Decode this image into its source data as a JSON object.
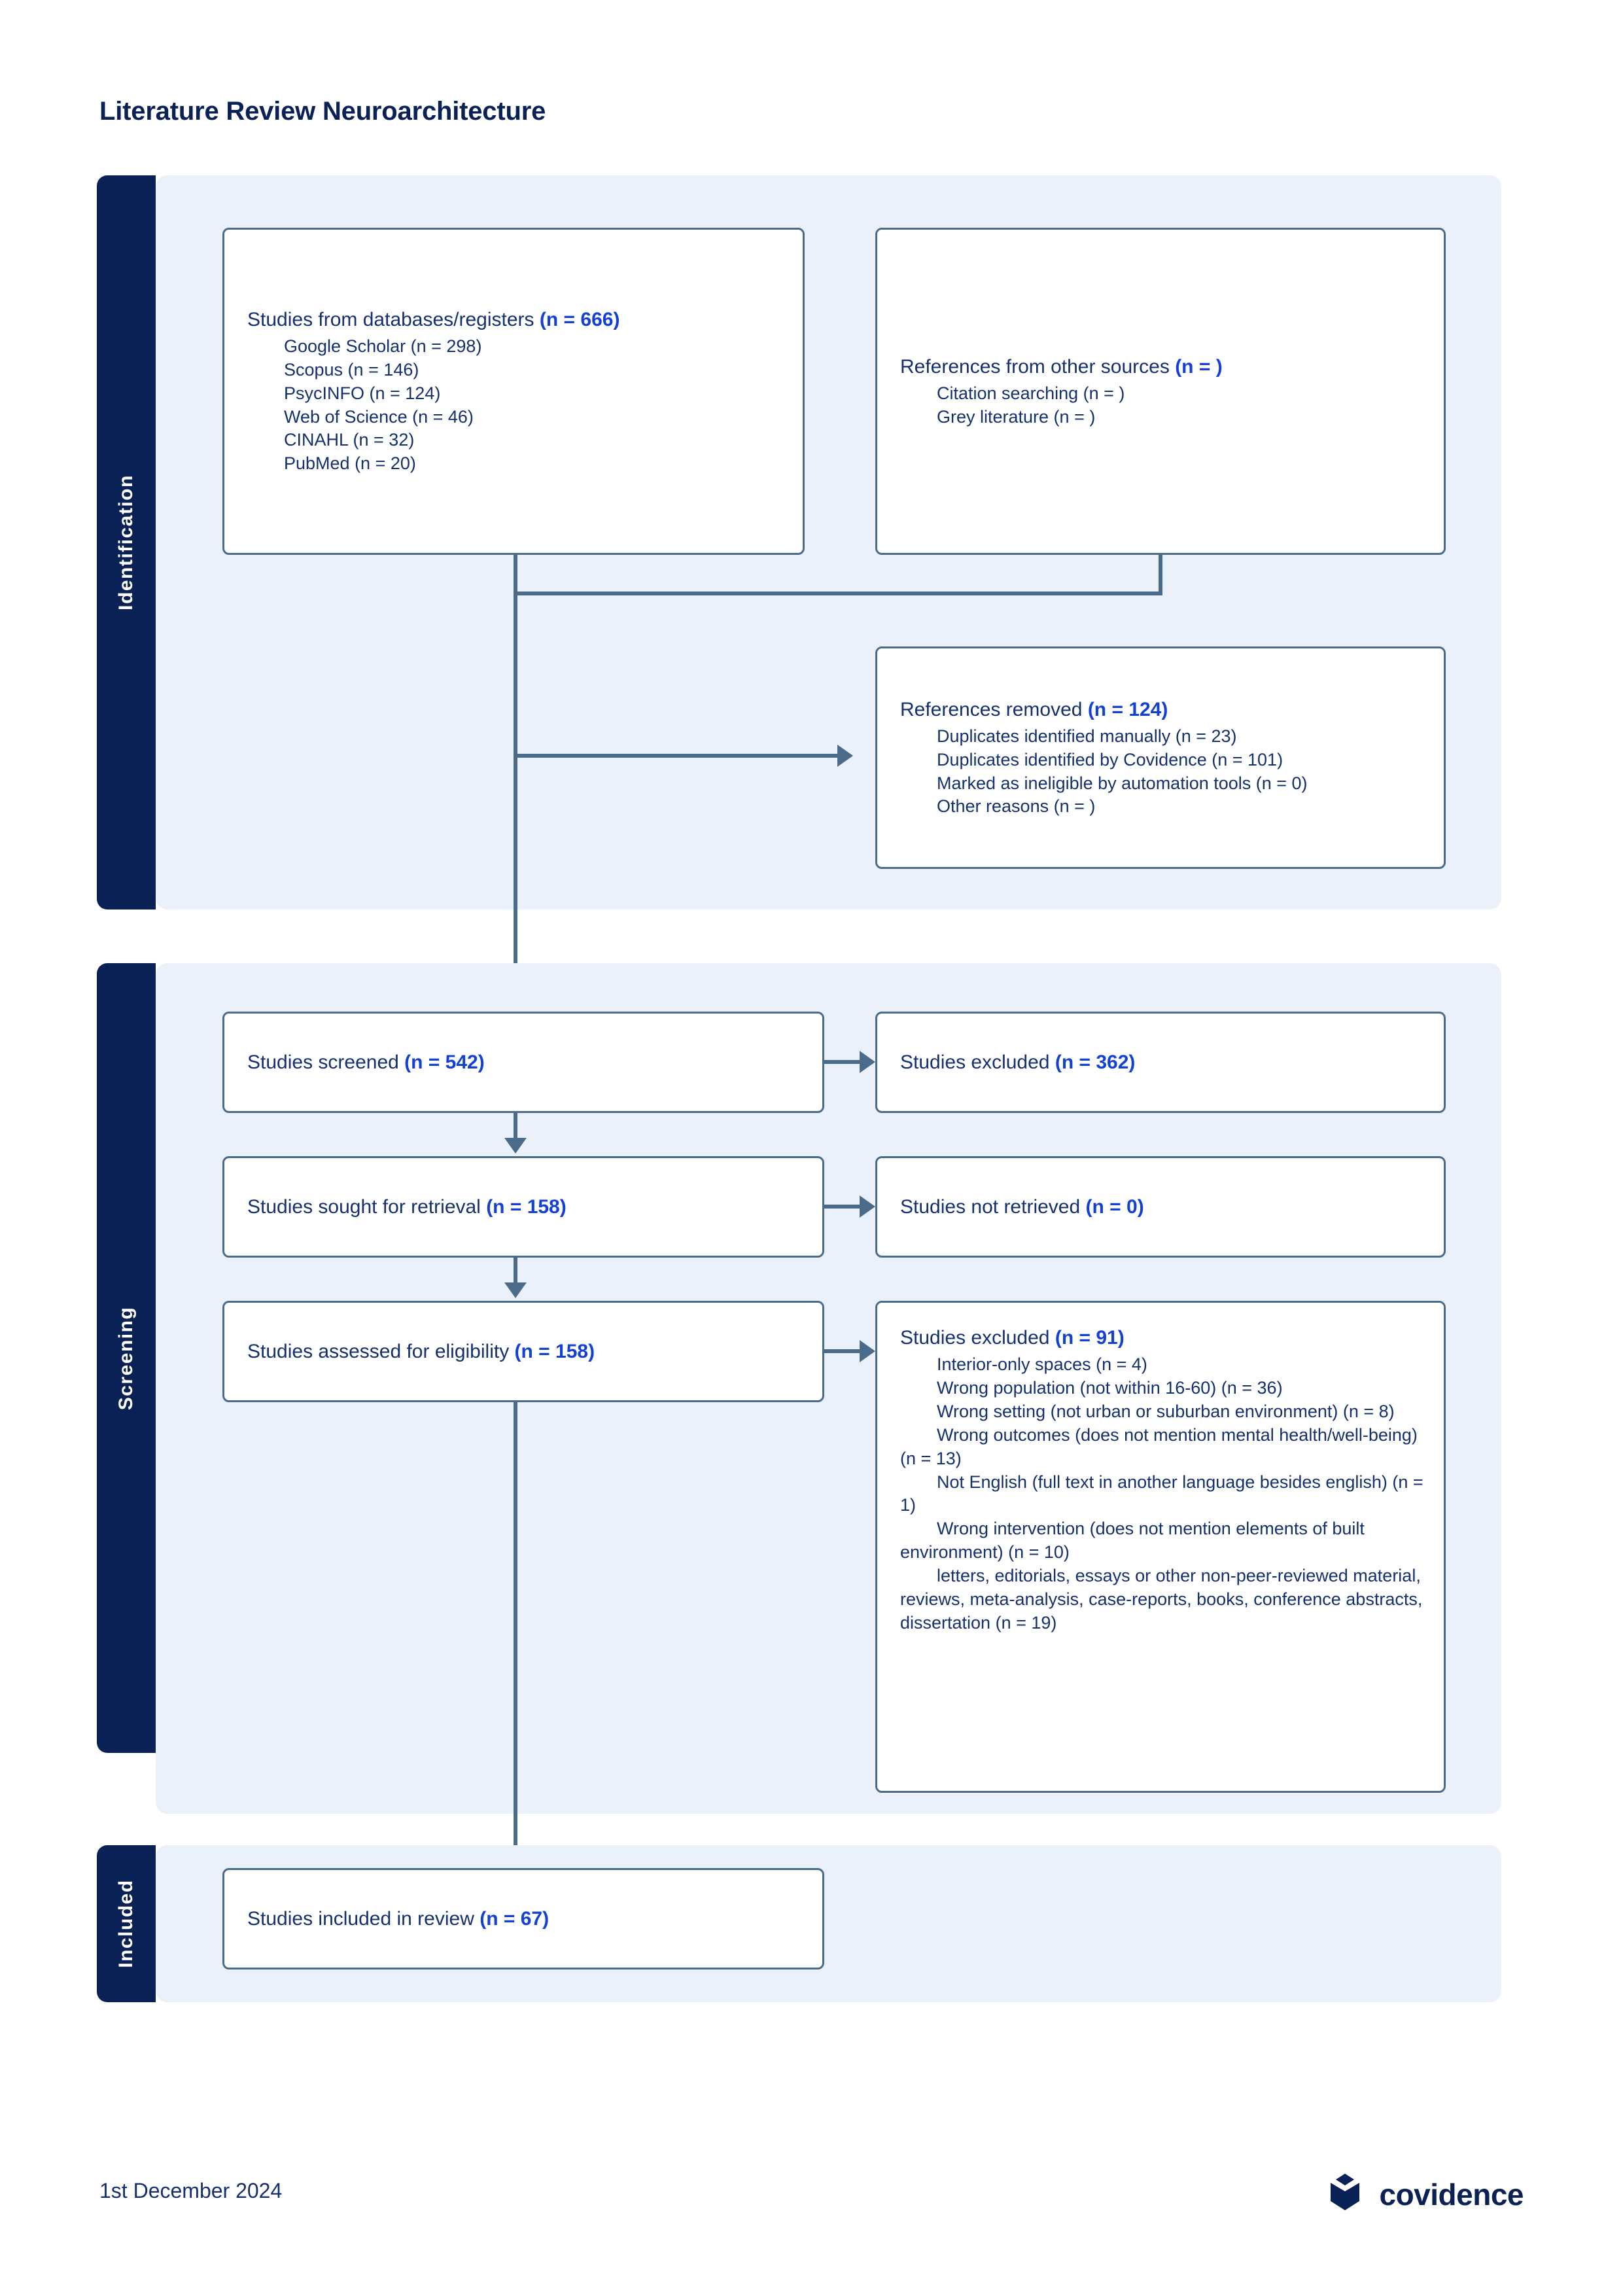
{
  "title": "Literature Review Neuroarchitecture",
  "colors": {
    "navy_bar": "#0a2156",
    "band_fill": "#eaf1fa",
    "box_border": "#4a6b8a",
    "text_navy": "#15306e",
    "count_blue": "#1341d6",
    "title_navy": "#0a2156"
  },
  "stages": [
    {
      "label": "Identification"
    },
    {
      "label": "Screening"
    },
    {
      "label": "Included"
    }
  ],
  "boxes": {
    "databases": {
      "header_text": "Studies from databases/registers ",
      "header_count": "(n = 666)",
      "items": [
        "Google Scholar (n = 298)",
        "Scopus (n = 146)",
        "PsycINFO (n = 124)",
        "Web of Science (n = 46)",
        "CINAHL (n = 32)",
        "PubMed (n = 20)"
      ]
    },
    "other_sources": {
      "header_text": "References from other sources ",
      "header_count": "(n = )",
      "items": [
        "Citation searching (n = )",
        "Grey literature (n = )"
      ]
    },
    "removed": {
      "header_text": "References removed ",
      "header_count": "(n = 124)",
      "items": [
        "Duplicates identified manually (n = 23)",
        "Duplicates identified by Covidence (n = 101)",
        "Marked as ineligible by automation tools (n = 0)",
        "Other reasons (n = )"
      ]
    },
    "screened": {
      "header_text": "Studies screened ",
      "header_count": "(n = 542)"
    },
    "excluded_screened": {
      "header_text": "Studies excluded ",
      "header_count": "(n = 362)"
    },
    "sought": {
      "header_text": "Studies sought for retrieval ",
      "header_count": "(n = 158)"
    },
    "not_retrieved": {
      "header_text": "Studies not retrieved ",
      "header_count": "(n = 0)"
    },
    "assessed": {
      "header_text": "Studies assessed for eligibility ",
      "header_count": "(n = 158)"
    },
    "excluded_eligibility": {
      "header_text": "Studies excluded ",
      "header_count": "(n = 91)",
      "items": [
        "Interior-only spaces (n = 4)",
        "Wrong population (not within 16-60) (n = 36)",
        "Wrong setting (not urban or suburban environment) (n = 8)",
        "Wrong outcomes (does not mention mental health/well-being) (n = 13)",
        "Not English (full text in another language besides english) (n = 1)",
        "Wrong intervention (does not mention elements of built environment) (n = 10)",
        "letters, editorials, essays or other non-peer-reviewed material, reviews, meta-analysis, case-reports, books, conference abstracts, dissertation (n = 19)"
      ]
    },
    "included": {
      "header_text": "Studies included in review ",
      "header_count": "(n = 67)"
    }
  },
  "footer": {
    "date": "1st December 2024",
    "brand_name": "covidence"
  }
}
